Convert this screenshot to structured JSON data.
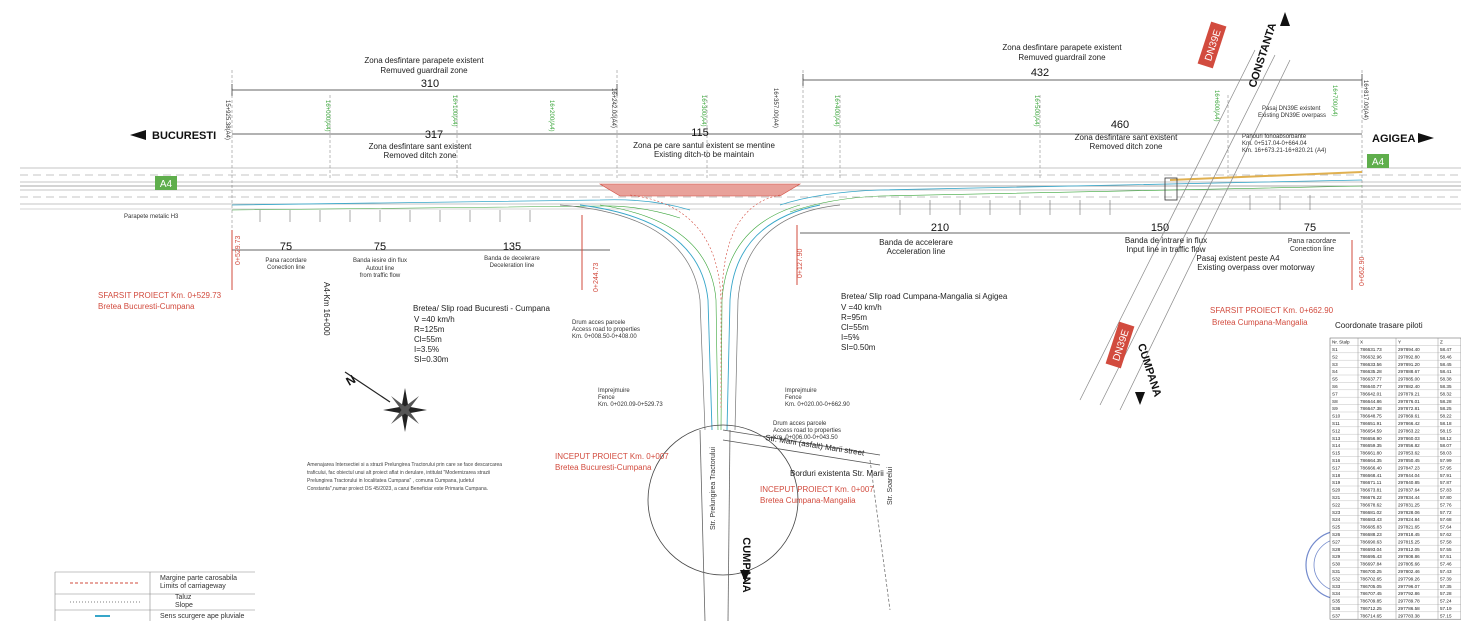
{
  "header": {
    "zone_left_ro": "Zona desfintare parapete existent",
    "zone_left_en": "Remuved guardrail zone",
    "zone_left_len": "310",
    "zone_right_ro": "Zona desfintare parapete existent",
    "zone_right_en": "Remuved guardrail zone",
    "zone_right_len": "432"
  },
  "dims": {
    "d317": "317",
    "d115": "115",
    "d460": "460",
    "d75a": "75",
    "d75b": "75",
    "d135": "135",
    "d210": "210",
    "d150": "150",
    "d75c": "75"
  },
  "labels": {
    "ditch_left_ro": "Zona desfintare sant existent",
    "ditch_left_en": "Removed ditch zone",
    "ditch_keep_ro": "Zona pe care santul existent se mentine",
    "ditch_keep_en": "Existing ditch-to be maintain",
    "ditch_right_ro": "Zona desfintare sant existent",
    "ditch_right_en": "Removed ditch zone",
    "bucuresti": "BUCURESTI",
    "agigea": "AGIGEA",
    "constanta": "CONSTANTA",
    "cumpana_top": "CUMPANA",
    "cumpana_bottom": "CUMPANA",
    "a4_left": "A4",
    "a4_right": "A4",
    "dn39e_top": "DN39E",
    "dn39e_mid": "DN39E",
    "parapete": "Parapete metalic H3",
    "pana_left": "Pana racordare",
    "pana_left_en": "Conection line",
    "banda_iesire": "Banda iesire din flux",
    "banda_iesire_en": "Autout line",
    "banda_iesire_en2": "from traffic flow",
    "banda_decel": "Banda de decelerare",
    "banda_decel_en": "Deceleration line",
    "banda_accel": "Banda de accelerare",
    "banda_accel_en": "Acceleration line",
    "banda_intrare": "Banda de intrare in flux",
    "banda_intrare_en": "Input line in traffic flow",
    "pana_right": "Pana racordare",
    "pana_right_en": "Conection line",
    "pasaj_existent": "Pasaj existent peste A4",
    "pasaj_existent_en": "Existing overpass over motorway",
    "pasaj_dn": "Pasaj DN39E existent",
    "pasaj_dn_en": "Existing DN39E overpass",
    "panou": "Panouri fonoabsorbante",
    "panou_km1": "Km. 0+517.04-0+664.04",
    "panou_km2": "Km. 16+673.21-16+820.21 (A4)",
    "km_left": "A4-Km 16+000",
    "intersectie_strazi": "Str. Prelungirea Tractorului",
    "str_marii": "Str. Marii (asfalt)  Marii street",
    "borduri": "Borduri existenta Str. Marii",
    "str_soarelui": "Str. Soarelui",
    "imprejmuire_l": "Imprejmuire",
    "imprejmuire_l2": "Fence",
    "imprejmuire_l3": "Km. 0+020.09-0+529.73",
    "imprejmuire_r": "Imprejmuire",
    "imprejmuire_r2": "Fence",
    "imprejmuire_r3": "Km. 0+020.00-0+662.90",
    "drum_l": "Drum acces parcele",
    "drum_l2": "Access road to properties",
    "drum_l3": "Km. 0+008.50-0+408.00",
    "drum_r": "Drum acces parcele",
    "drum_r2": "Access road to properties",
    "drum_r3": "Km. 0+006.00-0+043.50"
  },
  "slip_left": {
    "title": "Bretea/ Slip road   Bucuresti - Cumpana",
    "v": "V =40 km/h",
    "r": "R=125m",
    "cl": "Cl=55m",
    "i": "I=3.5%",
    "si": "SI=0.30m"
  },
  "slip_right": {
    "title": "Bretea/ Slip road Cumpana-Mangalia si Agigea",
    "v": "V =40 km/h",
    "r": "R=95m",
    "cl": "Cl=55m",
    "i": "I=5%",
    "si": "SI=0.50m"
  },
  "project": {
    "sfarsit_left": "SFARSIT PROIECT Km. 0+529.73",
    "sfarsit_left_sub": "Bretea Bucuresti-Cumpana",
    "sfarsit_right": "SFARSIT PROIECT Km. 0+662.90",
    "sfarsit_right_sub": "Bretea Cumpana-Mangalia",
    "inceput_left": "INCEPUT PROIECT Km. 0+007",
    "inceput_left_sub": "Bretea Bucuresti-Cumpana",
    "inceput_right": "INCEPUT PROIECT Km. 0+007",
    "inceput_right_sub": "Bretea Cumpana-Mangalia"
  },
  "note": {
    "l1": "Amenajarea Intersectiei si a strazii Prelungirea Tractorului prin care se face descarcarea",
    "l2": "traficului, fac obiectul unui alt proiect aflat in derulare, intitulat \"Modernizarea strazii",
    "l3": "Prelungirea Tractorului in localitatea Cumpana\" , comuna Cumpana, judetul",
    "l4": "Constanta\",numar proiect DS 45/2023, a carui Beneficiar este Primaria Cumpana."
  },
  "stations": {
    "s1": "15+925.38(A4)",
    "s2": "16+000(A4)",
    "s3": "16+100(A4)",
    "s4": "16+200(A4)",
    "s5": "16+242.00(A4)",
    "s6": "16+300(A4)",
    "s7": "16+357.00(A4)",
    "s8": "16+400(A4)",
    "s9": "16+500(A4)",
    "s10": "16+600(A4)",
    "s11": "16+700(A4)",
    "s12": "16+817.00(A4)",
    "k1": "0+529.73",
    "k2": "0+244.73",
    "k3": "0+127.90",
    "k4": "0+662.90"
  },
  "legend": {
    "l1_ro": "Margine parte carosabila",
    "l1_en": "Limits of carriageway",
    "l2_ro": "Taluz",
    "l2_en": "Slope",
    "l3_ro": "Sens scurgere ape pluviale"
  },
  "table": {
    "title": "Coordonate trasare piloti",
    "headers": [
      "Nr. Stalp",
      "X",
      "Y",
      "Z"
    ],
    "rows": [
      [
        "S1",
        "786631.73",
        "297894.40",
        "58.47"
      ],
      [
        "S2",
        "786632.96",
        "297892.80",
        "58.46"
      ],
      [
        "S3",
        "786633.56",
        "297891.20",
        "58.45"
      ],
      [
        "S4",
        "786635.28",
        "297888.67",
        "58.41"
      ],
      [
        "S5",
        "786637.77",
        "297885.00",
        "58.38"
      ],
      [
        "S6",
        "786640.77",
        "297882.40",
        "58.35"
      ],
      [
        "S7",
        "786642.01",
        "297879.21",
        "58.32"
      ],
      [
        "S8",
        "786644.86",
        "297876.01",
        "58.28"
      ],
      [
        "S9",
        "786647.38",
        "297872.81",
        "58.25"
      ],
      [
        "S10",
        "786648.75",
        "297869.61",
        "58.22"
      ],
      [
        "S11",
        "786651.91",
        "297866.42",
        "58.18"
      ],
      [
        "S12",
        "786654.59",
        "297863.22",
        "58.15"
      ],
      [
        "S13",
        "786656.90",
        "297860.03",
        "58.12"
      ],
      [
        "S14",
        "786659.35",
        "297856.82",
        "58.07"
      ],
      [
        "S15",
        "786661.80",
        "297853.62",
        "58.03"
      ],
      [
        "S16",
        "786664.35",
        "297850.45",
        "57.99"
      ],
      [
        "S17",
        "786666.40",
        "297847.23",
        "57.95"
      ],
      [
        "S18",
        "786668.41",
        "297844.04",
        "57.91"
      ],
      [
        "S19",
        "786671.11",
        "297840.85",
        "57.87"
      ],
      [
        "S20",
        "786673.81",
        "297837.64",
        "57.83"
      ],
      [
        "S21",
        "786676.22",
        "297834.44",
        "57.80"
      ],
      [
        "S22",
        "786678.62",
        "297831.25",
        "57.76"
      ],
      [
        "S23",
        "786681.02",
        "297828.06",
        "57.72"
      ],
      [
        "S24",
        "786683.43",
        "297824.84",
        "57.68"
      ],
      [
        "S25",
        "786685.83",
        "297821.65",
        "57.64"
      ],
      [
        "S26",
        "786688.23",
        "297818.45",
        "57.62"
      ],
      [
        "S27",
        "786690.63",
        "297815.25",
        "57.58"
      ],
      [
        "S28",
        "786693.04",
        "297812.05",
        "57.55"
      ],
      [
        "S29",
        "786695.43",
        "297808.86",
        "57.51"
      ],
      [
        "S30",
        "786697.84",
        "297805.66",
        "57.46"
      ],
      [
        "S31",
        "786700.25",
        "297802.46",
        "57.43"
      ],
      [
        "S32",
        "786702.65",
        "297799.26",
        "57.39"
      ],
      [
        "S33",
        "786705.05",
        "297796.07",
        "57.35"
      ],
      [
        "S34",
        "786707.45",
        "297792.86",
        "57.28"
      ],
      [
        "S35",
        "786709.85",
        "297789.78",
        "57.24"
      ],
      [
        "S36",
        "786712.25",
        "297786.58",
        "57.19"
      ],
      [
        "S37",
        "786714.65",
        "297783.38",
        "57.15"
      ]
    ]
  },
  "colors": {
    "red": "#d24b3e",
    "green": "#3aa53a",
    "cyan": "#37a6c9",
    "a4_green": "#5fae4c"
  }
}
